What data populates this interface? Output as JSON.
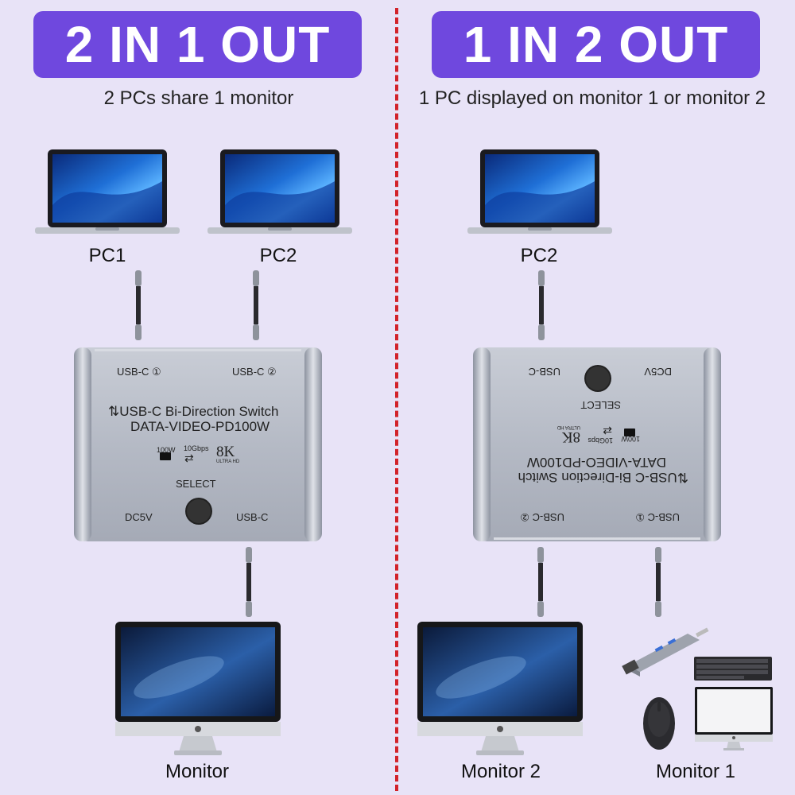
{
  "left": {
    "banner": "2 IN 1 OUT",
    "subtitle": "2 PCs share 1 monitor",
    "pc1_label": "PC1",
    "pc2_label": "PC2",
    "monitor_label": "Monitor",
    "switch": {
      "port1": "USB-C ①",
      "port2": "USB-C ②",
      "title_line1": "⇅USB-C  Bi-Direction  Switch",
      "title_line2": "DATA-VIDEO-PD100W",
      "badge_power": "100W",
      "badge_speed": "10Gbps",
      "badge_res": "8K",
      "badge_res_sub": "ULTRA HD",
      "select_label": "SELECT",
      "power_port": "DC5V",
      "out_port": "USB-C"
    }
  },
  "right": {
    "banner": "1 IN 2 OUT",
    "subtitle": "1 PC displayed on monitor 1 or monitor 2",
    "pc_label": "PC2",
    "monitor2_label": "Monitor 2",
    "monitor1_label": "Monitor 1",
    "switch": {
      "port1": "USB-C ①",
      "port2": "USB-C ②",
      "title_line1": "⇅USB-C  Bi-Direction  Switch",
      "title_line2": "DATA-VIDEO-PD100W",
      "badge_power": "100W",
      "badge_speed": "10Gbps",
      "badge_res": "8K",
      "badge_res_sub": "ULTRA HD",
      "select_label": "SELECT",
      "power_port": "DC5V",
      "in_port": "USB-C"
    }
  },
  "colors": {
    "banner": "#6f48de",
    "background": "#e8e3f7",
    "divider": "#d2232a"
  }
}
